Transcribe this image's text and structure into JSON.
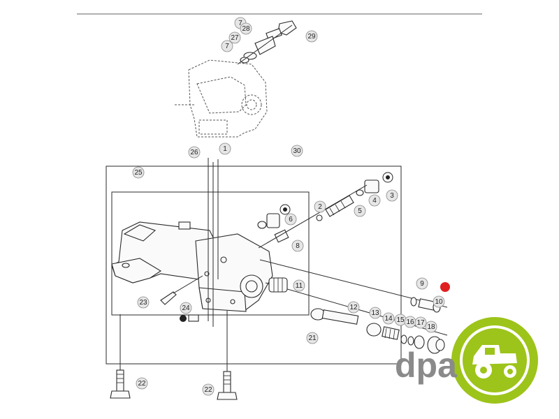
{
  "diagram": {
    "callouts": [
      {
        "id": "c29",
        "label": "29"
      },
      {
        "id": "c7a",
        "label": "7"
      },
      {
        "id": "c28",
        "label": "28"
      },
      {
        "id": "c27",
        "label": "27"
      },
      {
        "id": "c7b",
        "label": "7"
      },
      {
        "id": "c26",
        "label": "26"
      },
      {
        "id": "c1",
        "label": "1"
      },
      {
        "id": "c30",
        "label": "30"
      },
      {
        "id": "c25",
        "label": "25"
      },
      {
        "id": "c3",
        "label": "3"
      },
      {
        "id": "c4",
        "label": "4"
      },
      {
        "id": "c5",
        "label": "5"
      },
      {
        "id": "c2",
        "label": "2"
      },
      {
        "id": "c6",
        "label": "6"
      },
      {
        "id": "c8",
        "label": "8"
      },
      {
        "id": "c11",
        "label": "11"
      },
      {
        "id": "c9",
        "label": "9"
      },
      {
        "id": "c10",
        "label": "10"
      },
      {
        "id": "c12",
        "label": "12"
      },
      {
        "id": "c13",
        "label": "13"
      },
      {
        "id": "c14",
        "label": "14"
      },
      {
        "id": "c15",
        "label": "15"
      },
      {
        "id": "c16",
        "label": "16"
      },
      {
        "id": "c17",
        "label": "17"
      },
      {
        "id": "c18",
        "label": "18"
      },
      {
        "id": "c23",
        "label": "23"
      },
      {
        "id": "c24",
        "label": "24"
      },
      {
        "id": "c21",
        "label": "21"
      },
      {
        "id": "c22a",
        "label": "22"
      },
      {
        "id": "c22b",
        "label": "22"
      }
    ],
    "highlight_color": "#e02020"
  },
  "watermark": {
    "text": "dpa",
    "text_color": "#8a8a8a",
    "badge_color": "#9dc41a"
  }
}
